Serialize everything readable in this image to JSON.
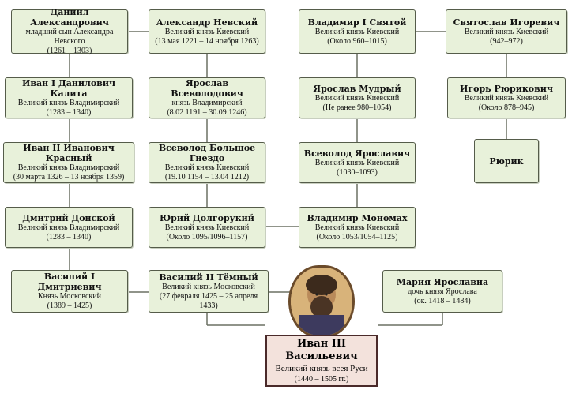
{
  "nodes": [
    {
      "id": "daniil",
      "name": "Даниил Александрович",
      "title": "младший сын Александра Невского",
      "dates": "(1261 – 1303)"
    },
    {
      "id": "alexander",
      "name": "Александр Невский",
      "title": "Великий князь Киевский",
      "dates": "(13 мая 1221 – 14 ноября 1263)"
    },
    {
      "id": "vladimir1",
      "name": "Владимир I Святой",
      "title": "Великий князь Киевский",
      "dates": "(Около 960–1015)"
    },
    {
      "id": "svyatoslav",
      "name": "Святослав Игоревич",
      "title": "Великий князь Киевский",
      "dates": "(942–972)"
    },
    {
      "id": "ivan1",
      "name": "Иван I Данилович Калита",
      "title": "Великий князь Владимирский",
      "dates": "(1283 – 1340)"
    },
    {
      "id": "yaroslav_v",
      "name": "Ярослав Всеволодович",
      "title": "князь Владимирский",
      "dates": "(8.02 1191 – 30.09 1246)"
    },
    {
      "id": "yaroslav_m",
      "name": "Ярослав Мудрый",
      "title": "Великий князь Киевский",
      "dates": "(Не ранее 980–1054)"
    },
    {
      "id": "igor",
      "name": "Игорь Рюрикович",
      "title": "Великий князь Киевский",
      "dates": "(Около 878–945)"
    },
    {
      "id": "ivan2",
      "name": "Иван II Иванович Красный",
      "title": "Великий князь Владимирский",
      "dates": "(30 марта 1326 – 13 ноября 1359)"
    },
    {
      "id": "vsevolod_b",
      "name": "Всеволод Большое Гнездо",
      "title": "Великий князь Киевский",
      "dates": "(19.10 1154 – 13.04 1212)"
    },
    {
      "id": "vsevolod_y",
      "name": "Всеволод Ярославич",
      "title": "Великий князь Киевский",
      "dates": "(1030–1093)"
    },
    {
      "id": "rurik",
      "name": "Рюрик",
      "title": "",
      "dates": ""
    },
    {
      "id": "dmitry",
      "name": "Дмитрий Донской",
      "title": "Великий князь Владимирский",
      "dates": "(1283 – 1340)"
    },
    {
      "id": "yury",
      "name": "Юрий Долгорукий",
      "title": "Великий князь Киевский",
      "dates": "(Около 1095/1096–1157)"
    },
    {
      "id": "vladimir_m",
      "name": "Владимир Мономах",
      "title": "Великий князь Киевский",
      "dates": "(Около 1053/1054–1125)"
    },
    {
      "id": "vasily1",
      "name": "Василий I Дмитриевич",
      "title": "Князь Московский",
      "dates": "(1389 – 1425)"
    },
    {
      "id": "vasily2",
      "name": "Василий II Тёмный",
      "title": "Великий князь Московский",
      "dates": "(27 февраля 1425 – 25 апреля 1433)"
    },
    {
      "id": "maria",
      "name": "Мария Ярославна",
      "title": "дочь князя Ярослава",
      "dates": "(ок. 1418 – 1484)"
    },
    {
      "id": "ivan3",
      "name": "Иван III Васильевич",
      "title": "Великий князь всея Руси",
      "dates": "(1440 – 1505 гг.)"
    }
  ],
  "colors": {
    "box": "#e8f1da",
    "border": "#555c4a",
    "final": "#f3e2dc",
    "final_border": "#4a2a2a",
    "line": "#6b7063"
  }
}
